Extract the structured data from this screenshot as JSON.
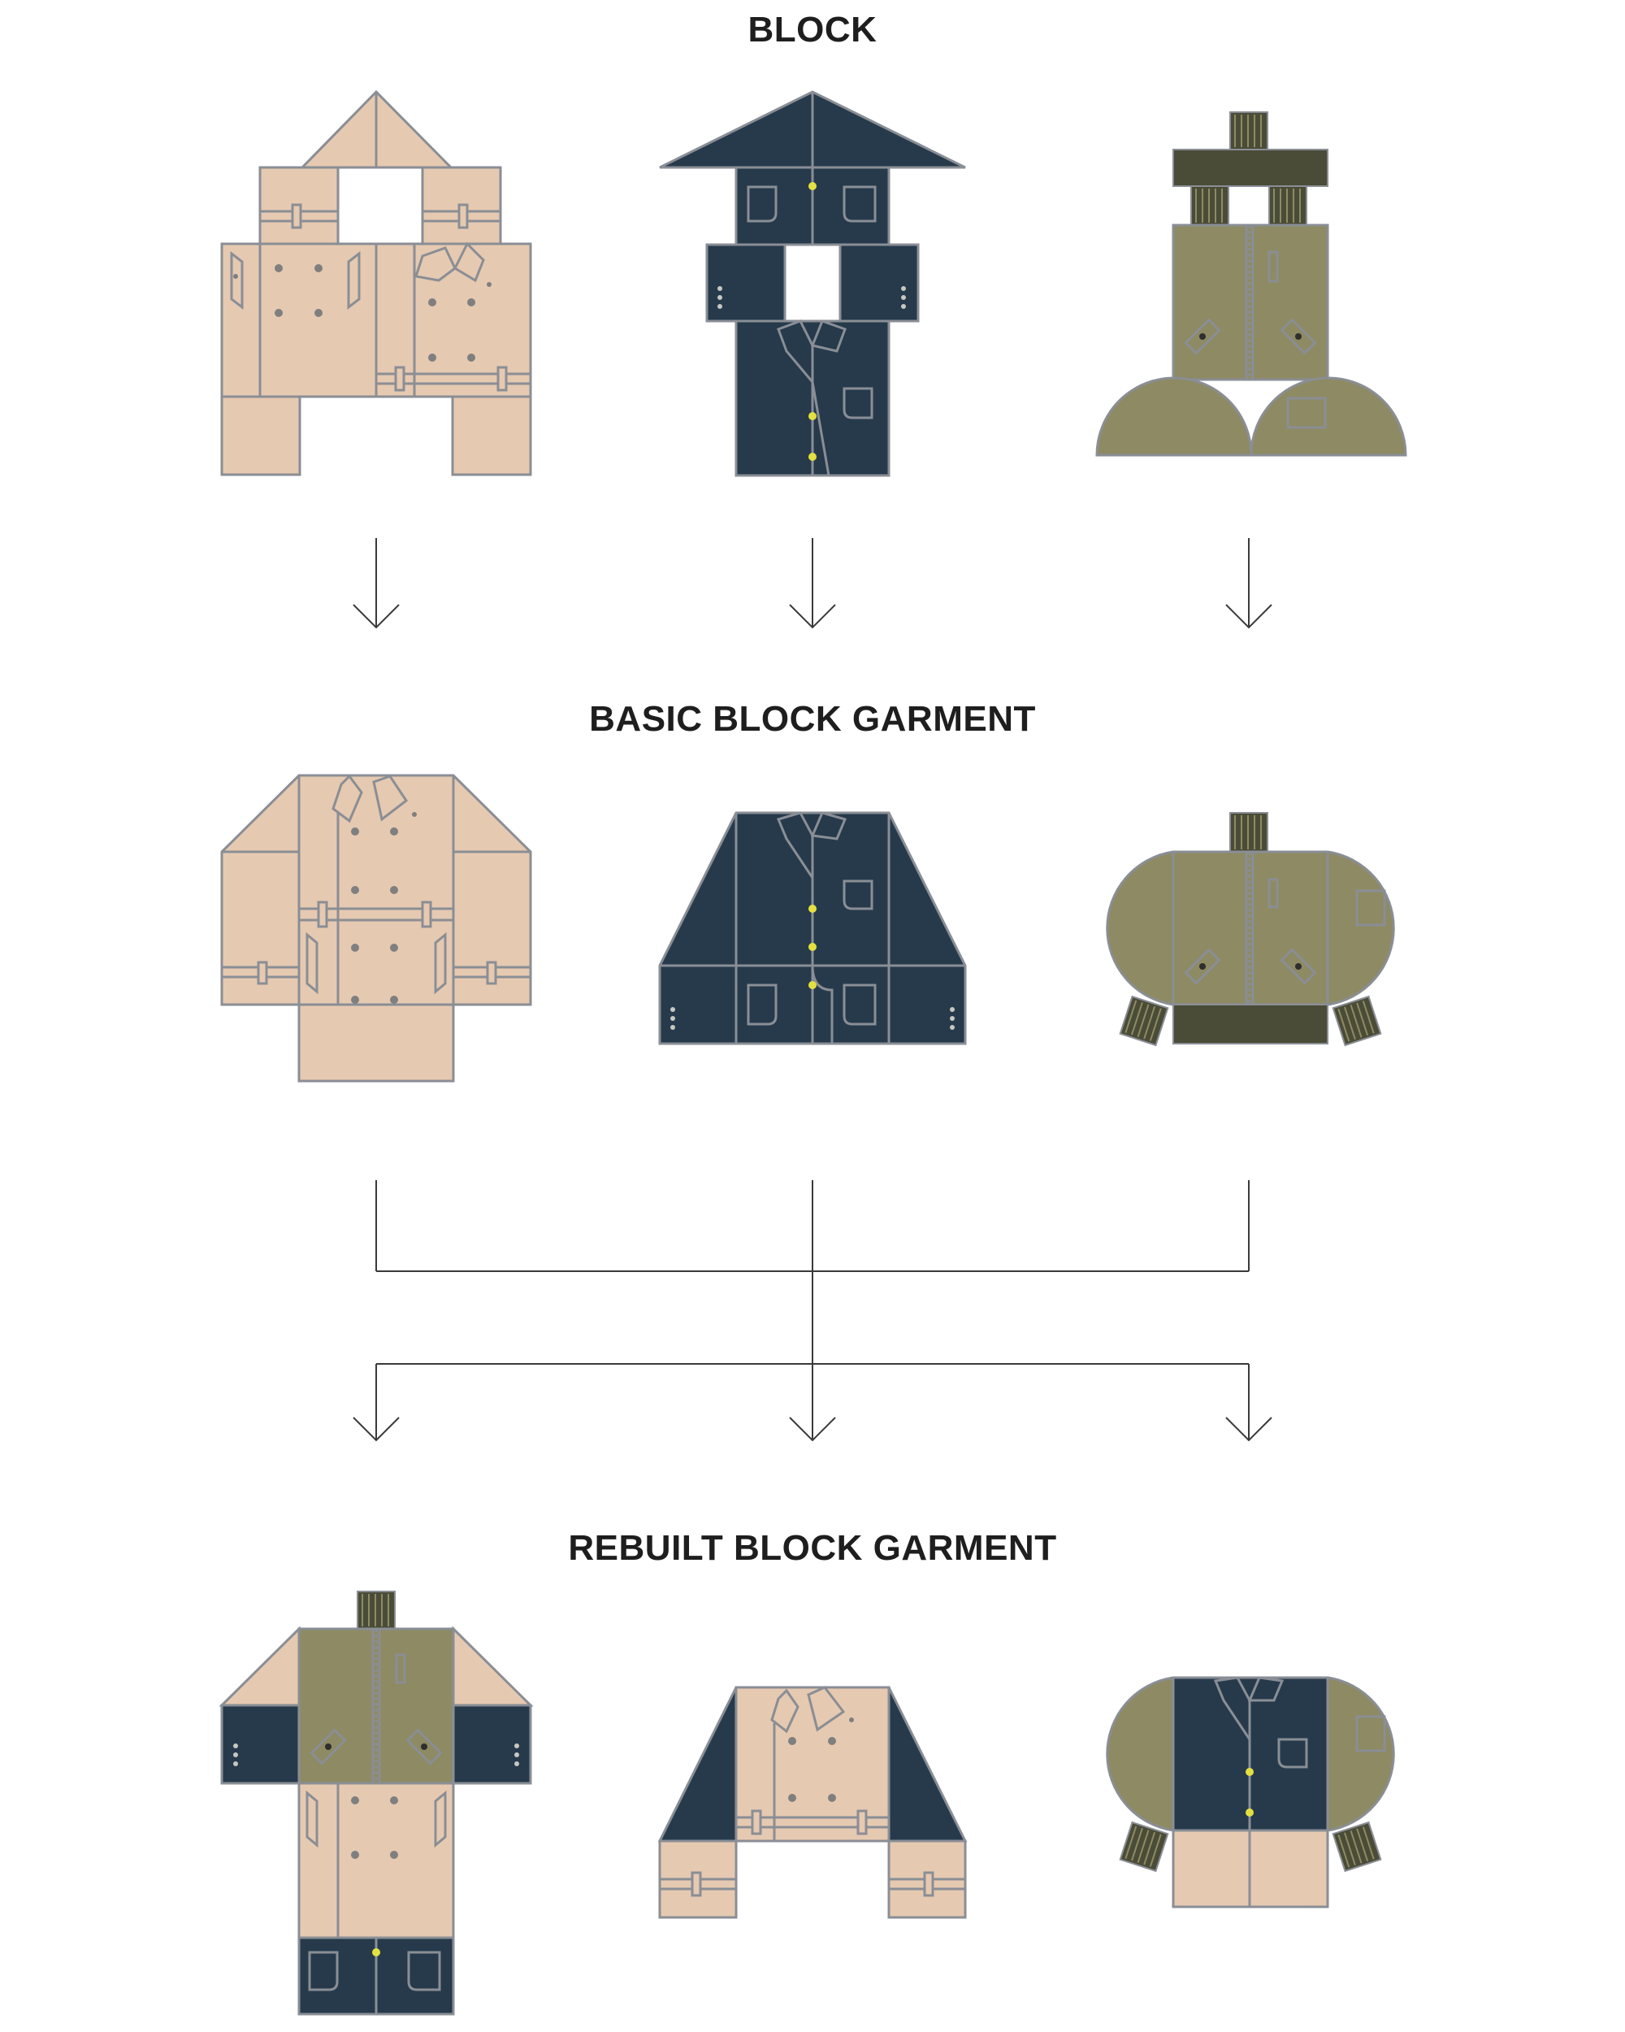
{
  "headings": {
    "block": "BLOCK",
    "basic": "BASIC BLOCK GARMENT",
    "rebuilt": "REBUILT BLOCK GARMENT"
  },
  "palette": {
    "beige": "#E6C9B1",
    "navy": "#263A4C",
    "olive": "#8E8A63",
    "rib": "#4A4C37",
    "outline": "#8A8E95",
    "button_gray": "#7F7F7F",
    "button_yellow": "#E4E040",
    "line": "#3A3A3A"
  },
  "garments": {
    "trench": "trench-coat",
    "blazer": "navy-blazer",
    "bomber": "olive-bomber"
  },
  "icons": [
    "arrow-down-icon",
    "connector-lines"
  ]
}
